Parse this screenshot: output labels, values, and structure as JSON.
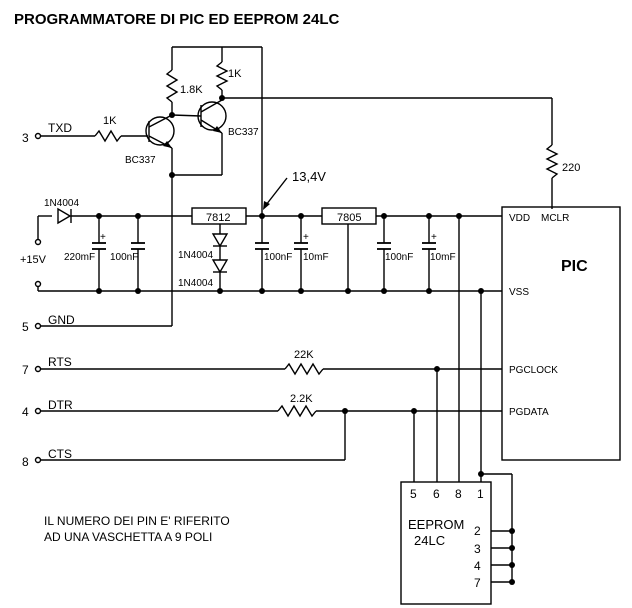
{
  "title": "PROGRAMMATORE DI PIC ED EEPROM 24LC",
  "serial_pins": [
    {
      "number": "3",
      "label": "TXD"
    },
    {
      "number": "5",
      "label": "GND"
    },
    {
      "number": "7",
      "label": "RTS"
    },
    {
      "number": "4",
      "label": "DTR"
    },
    {
      "number": "8",
      "label": "CTS"
    }
  ],
  "components": {
    "r_txd": "1K",
    "r_q1": "1.8K",
    "r_q2": "1K",
    "q1": "BC337",
    "q2": "BC337",
    "r_mclr": "220",
    "d_input": "1N4004",
    "d_ref1": "1N4004",
    "d_ref2": "1N4004",
    "reg1": "7812",
    "reg2": "7805",
    "voltage": "13,4V",
    "supply": "+15V",
    "c1": "220mF",
    "c2": "100nF",
    "c3": "100nF",
    "c4": "10mF",
    "c5": "100nF",
    "c6": "10mF",
    "r_rts": "22K",
    "r_dtr": "2.2K"
  },
  "pic": {
    "name": "PIC",
    "vdd": "VDD",
    "mclr": "MCLR",
    "vss": "VSS",
    "pgclock": "PGCLOCK",
    "pgdata": "PGDATA"
  },
  "eeprom": {
    "name_line1": "EEPROM",
    "name_line2": "24LC",
    "top_pins": [
      "5",
      "6",
      "8",
      "1"
    ],
    "side_pins": [
      "2",
      "3",
      "4",
      "7"
    ]
  },
  "note": {
    "line1": "IL NUMERO DEI PIN E' RIFERITO",
    "line2": "AD UNA VASCHETTA A 9 POLI"
  }
}
